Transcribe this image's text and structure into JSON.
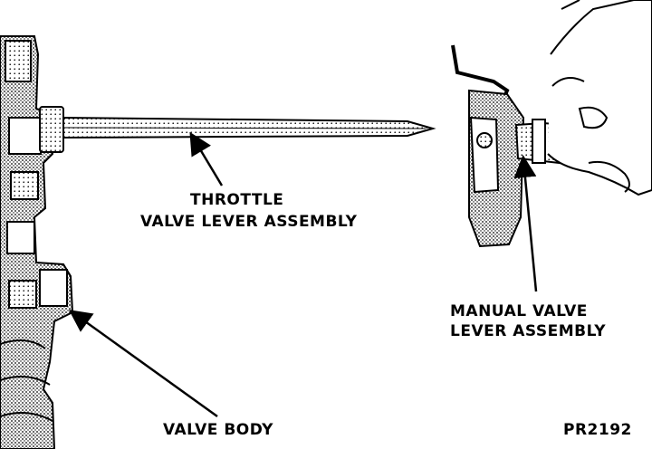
{
  "labels": {
    "throttle_line1": "THROTTLE",
    "throttle_line2": "VALVE LEVER ASSEMBLY",
    "manual_line1": "MANUAL VALVE",
    "manual_line2": "LEVER ASSEMBLY",
    "valve_body": "VALVE BODY",
    "figure_code": "PR2192"
  },
  "colors": {
    "ink": "#000000",
    "paper": "#ffffff",
    "shade": "#9a9a9a"
  }
}
